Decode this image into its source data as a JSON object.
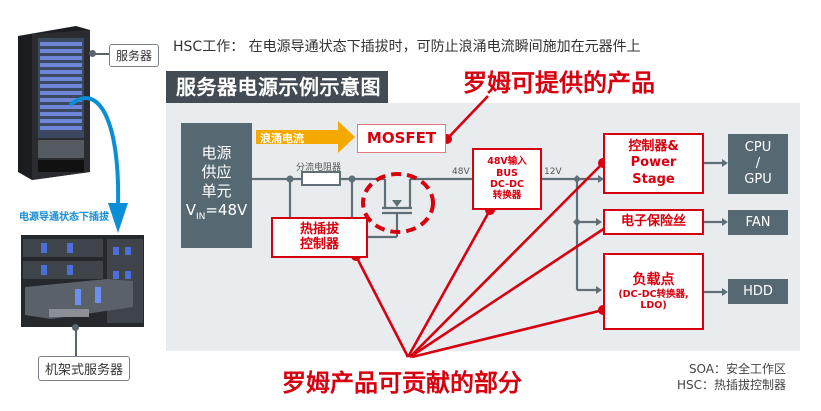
{
  "callouts": {
    "server": "服务器",
    "rack_server": "机架式服务器",
    "hot_swap_label": "电源导通状态下插拔"
  },
  "description": "HSC工作： 在电源导通状态下插拔时，可防止浪涌电流瞬间施加在元器件上",
  "panel_title": "服务器电源示例示意图",
  "headlines": {
    "rohm_products": "罗姆可提供的产品",
    "rohm_contribution": "罗姆产品可贡献的部分"
  },
  "diagram": {
    "psu": {
      "lines": [
        "电源",
        "供应",
        "单元"
      ],
      "vin_prefix": "V",
      "vin_sub": "IN",
      "vin_value": "=48V"
    },
    "inrush_arrow": "浪涌电流",
    "mosfet": "MOSFET",
    "shunt": "分流电阻器",
    "hsc": {
      "lines": [
        "热插拔",
        "控制器"
      ]
    },
    "v48": "48V",
    "v12": "12V",
    "bus_converter": {
      "lines": [
        "48V输入",
        "BUS",
        "DC-DC",
        "转换器"
      ]
    },
    "controller": {
      "lines": [
        "控制器&",
        "Power",
        "Stage"
      ]
    },
    "efuse": "电子保险丝",
    "pol": {
      "lines": [
        "负载点",
        "(DC-DC转换器,",
        "LDO)"
      ]
    },
    "loads": {
      "cpu": [
        "CPU",
        "/",
        "GPU"
      ],
      "fan": "FAN",
      "hdd": "HDD"
    }
  },
  "notes": [
    "SOA：安全工作区",
    "HSC：热插拔控制器"
  ],
  "colors": {
    "accent_red": "#d7000f",
    "dark_box": "#566872",
    "panel_bg": "#e9ecef",
    "arrow_orange": "#f5a800",
    "blue_arrow": "#0a8fd6"
  }
}
